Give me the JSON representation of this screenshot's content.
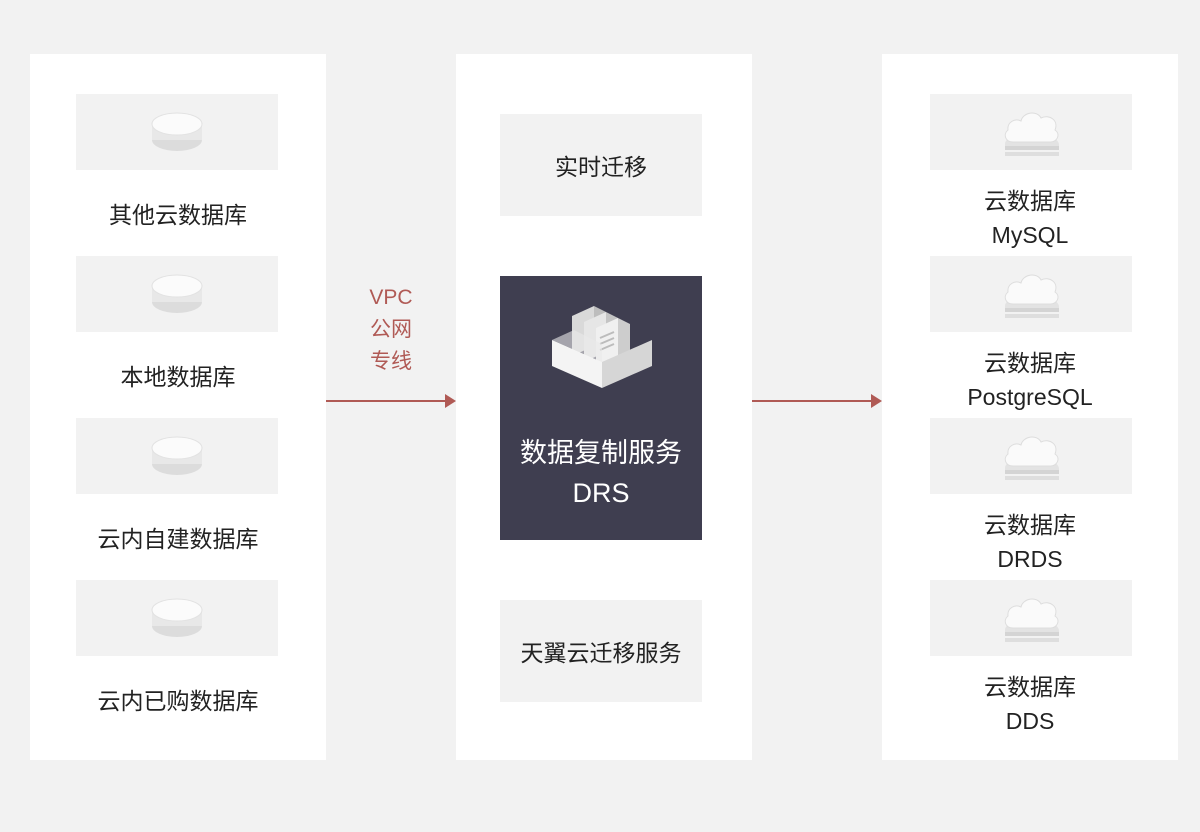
{
  "sources": {
    "items": [
      {
        "label": "其他云数据库",
        "icon": "database-icon"
      },
      {
        "label": "本地数据库",
        "icon": "database-icon"
      },
      {
        "label": "云内自建数据库",
        "icon": "database-icon"
      },
      {
        "label": "云内已购数据库",
        "icon": "database-icon"
      }
    ]
  },
  "routes": [
    "VPC",
    "公网",
    "专线"
  ],
  "service": {
    "top_label": "实时迁移",
    "core_name": "数据复制服务",
    "core_code": "DRS",
    "core_icon": "server-box-icon",
    "bottom_label": "天翼云迁移服务"
  },
  "targets": {
    "items": [
      {
        "label": "云数据库",
        "sub": "MySQL",
        "icon": "cloud-database-icon"
      },
      {
        "label": "云数据库",
        "sub": "PostgreSQL",
        "icon": "cloud-database-icon"
      },
      {
        "label": "云数据库",
        "sub": "DRDS",
        "icon": "cloud-database-icon"
      },
      {
        "label": "云数据库",
        "sub": "DDS",
        "icon": "cloud-database-icon"
      }
    ]
  },
  "colors": {
    "background": "#f2f2f2",
    "panel": "#ffffff",
    "accent": "#b05a55",
    "core": "#3f3e50"
  }
}
